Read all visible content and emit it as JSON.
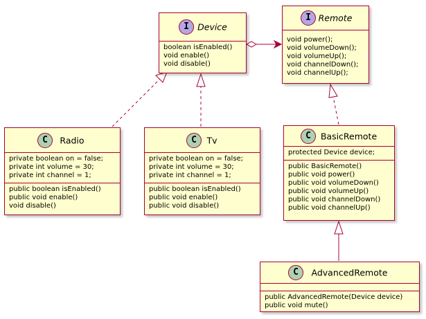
{
  "colors": {
    "box_fill": "#FEFECE",
    "border": "#A80036",
    "interface_badge": "#B4A7E5",
    "class_badge": "#ADD1B2"
  },
  "classes": {
    "device": {
      "stereotype": "I",
      "name": "Device",
      "kind": "interface",
      "fields": [],
      "methods": [
        "boolean isEnabled()",
        "void enable()",
        "void disable()"
      ]
    },
    "remote": {
      "stereotype": "I",
      "name": "Remote",
      "kind": "interface",
      "fields": [],
      "methods": [
        "void power();",
        "void volumeDown();",
        "void volumeUp();",
        "void channelDown();",
        "void channelUp();"
      ]
    },
    "radio": {
      "stereotype": "C",
      "name": "Radio",
      "kind": "class",
      "fields": [
        "private boolean on = false;",
        "private int volume = 30;",
        "private int channel = 1;"
      ],
      "methods": [
        "public boolean isEnabled()",
        "public void enable()",
        "void disable()"
      ]
    },
    "tv": {
      "stereotype": "C",
      "name": "Tv",
      "kind": "class",
      "fields": [
        "private boolean on = false;",
        "private int volume = 30;",
        "private int channel = 1;"
      ],
      "methods": [
        "public boolean isEnabled()",
        "public void enable()",
        "public void disable()"
      ]
    },
    "basic_remote": {
      "stereotype": "C",
      "name": "BasicRemote",
      "kind": "class",
      "fields": [
        "protected Device device;"
      ],
      "methods": [
        "public BasicRemote()",
        "public void power()",
        "public void volumeDown()",
        "public void volumeUp()",
        "public void channelDown()",
        "public void channelUp()"
      ]
    },
    "advanced_remote": {
      "stereotype": "C",
      "name": "AdvancedRemote",
      "kind": "class",
      "fields": [],
      "methods": [
        "public AdvancedRemote(Device device)",
        "public void mute()"
      ]
    }
  },
  "relations": [
    {
      "from": "radio",
      "to": "device",
      "type": "realization"
    },
    {
      "from": "tv",
      "to": "device",
      "type": "realization"
    },
    {
      "from": "basic_remote",
      "to": "remote",
      "type": "realization"
    },
    {
      "from": "advanced_remote",
      "to": "basic_remote",
      "type": "inheritance"
    },
    {
      "from": "device",
      "to": "remote",
      "type": "aggregation"
    }
  ]
}
